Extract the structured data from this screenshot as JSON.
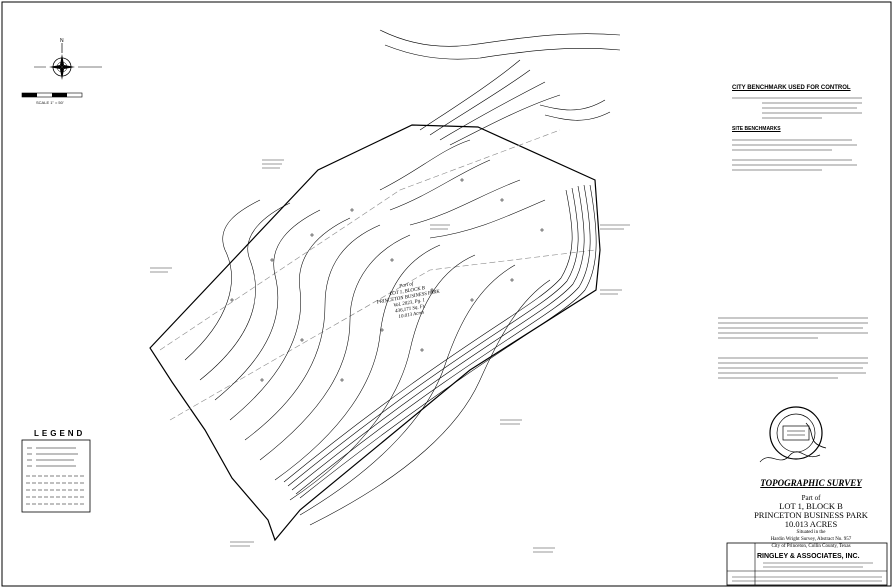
{
  "benchmarks": {
    "city_title": "CITY BENCHMARK USED FOR CONTROL",
    "site_title": "SITE BENCHMARKS"
  },
  "legend": {
    "title": "LEGEND"
  },
  "plot": {
    "lot_label_lines": [
      "Part of",
      "LOT 1, BLOCK B",
      "PRINCETON BUSINESS PARK",
      "Vol. 2023, Pg. 1",
      "436,171 Sq. Ft.",
      "10.013 Acres"
    ]
  },
  "scale": {
    "label": "SCALE 1\" = 50'"
  },
  "title_block": {
    "heading": "TOPOGRAPHIC SURVEY",
    "line_part_of": "Part of",
    "line_lot": "LOT 1, BLOCK B",
    "line_park": "PRINCETON BUSINESS PARK",
    "line_acres": "10.013 ACRES",
    "line_situated": "Situated in the",
    "line_survey": "Hardin Wright Survey, Abstract No. 957",
    "line_city": "City of Princeton, Collin County, Texas",
    "company": "RINGLEY & ASSOCIATES, INC."
  },
  "colors": {
    "ink": "#000000",
    "grid_dash": "#8a8a8a"
  }
}
